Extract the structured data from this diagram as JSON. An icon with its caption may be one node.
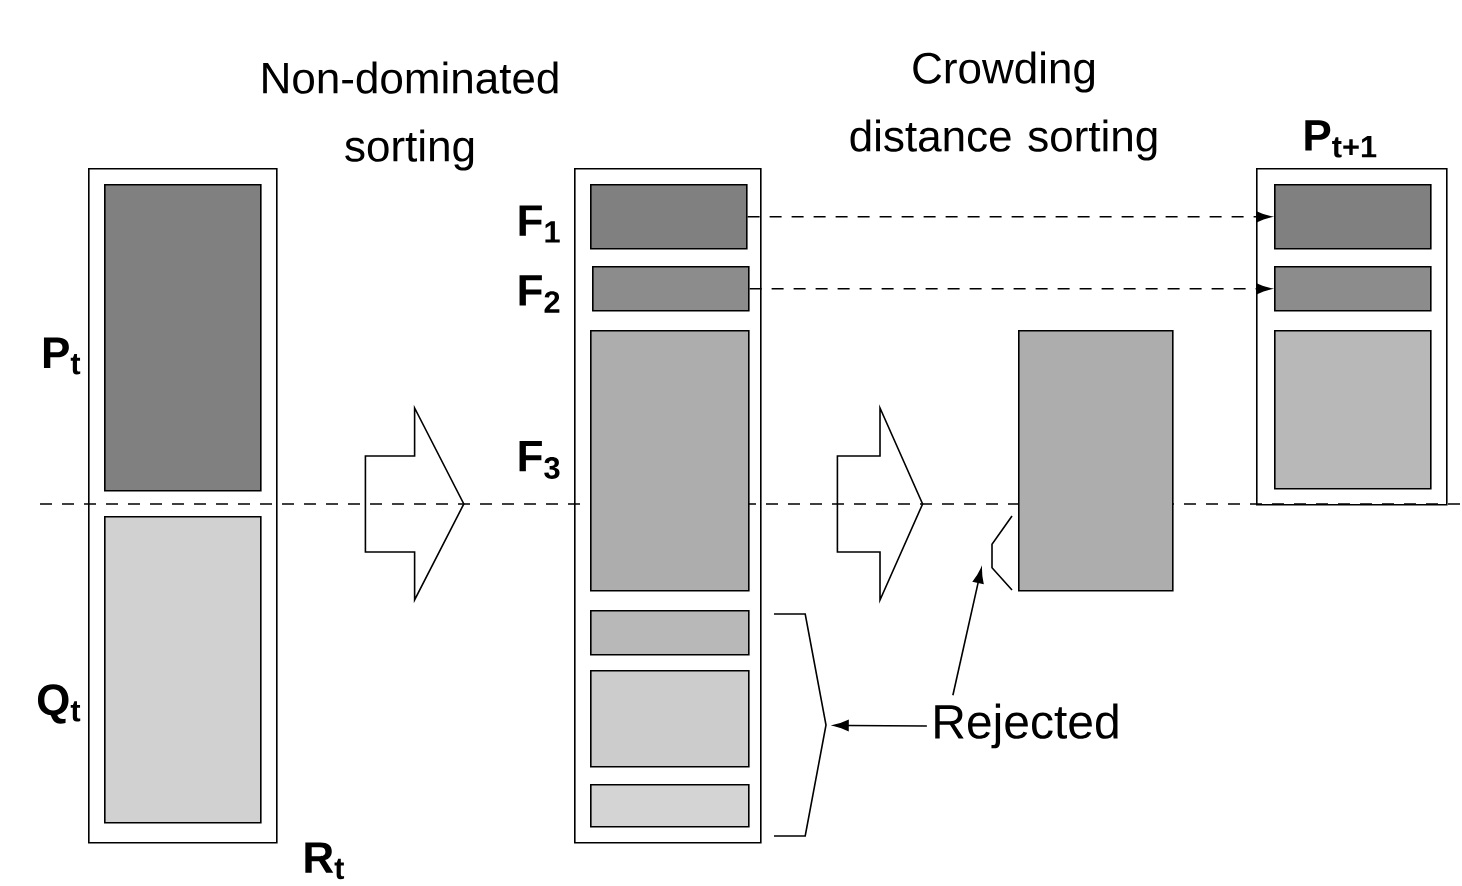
{
  "diagram": {
    "nodes": [
      {
        "text": [
          "R$_{t}$"
        ]
      },
      {
        "text": [
          "P$_{t}$"
        ],
        "in": 0
      },
      {
        "text": [
          "Q$_{t}$"
        ],
        "in": 0
      },
      {
        "text": [],
        "shape": "box"
      },
      {
        "text": [
          "F$_{1}$"
        ],
        "in": 3
      },
      {
        "text": [
          "F$_{2}$"
        ],
        "in": 3
      },
      {
        "text": [
          "F$_{3}$"
        ],
        "in": 3
      },
      {
        "text": [],
        "shape": "box",
        "in": 3
      },
      {
        "text": [],
        "shape": "box",
        "in": 3
      },
      {
        "text": [],
        "shape": "box",
        "in": 3
      },
      {
        "text": [],
        "shape": "box"
      },
      {
        "text": [
          "P$_{t+1}$"
        ]
      },
      {
        "text": [],
        "shape": "box",
        "in": 11
      },
      {
        "text": [],
        "shape": "box",
        "in": 11
      },
      {
        "text": [],
        "shape": "box",
        "in": 11
      },
      {
        "text": [
          "Rejected"
        ]
      },
      {
        "text": [],
        "shape": "bracket"
      },
      {
        "text": [],
        "shape": "bracket"
      }
    ],
    "edges": [
      {
        "from": 0,
        "to": 3,
        "arrow": "to"
      },
      {
        "from": 3,
        "to": 10,
        "arrow": "to"
      },
      {
        "from": 4,
        "to": 12,
        "arrow": "to",
        "style": "dashed"
      },
      {
        "from": 5,
        "to": 13,
        "arrow": "to",
        "style": "dashed"
      },
      {
        "from": 15,
        "to": 16,
        "arrow": "to"
      },
      {
        "from": 15,
        "to": 17,
        "arrow": "to"
      }
    ],
    "labels": [
      "Non-dominated sorting",
      "Crowding distance sorting"
    ]
  }
}
